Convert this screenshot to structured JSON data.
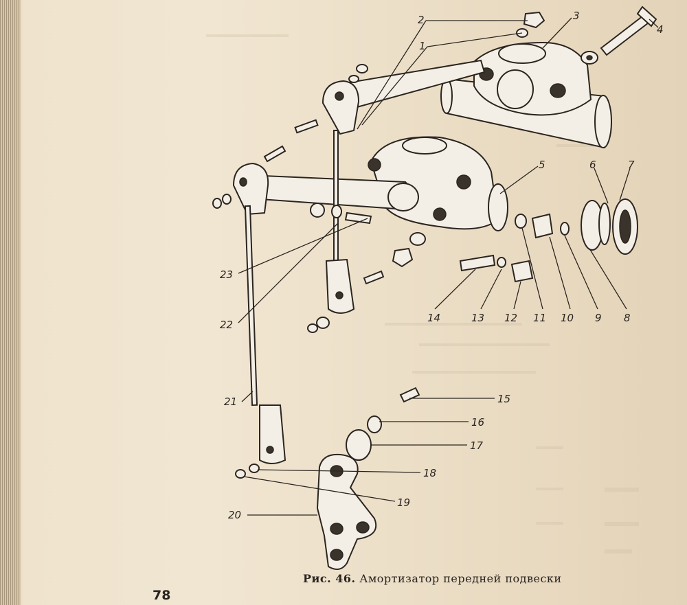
{
  "figure": {
    "caption_prefix": "Рис. 46.",
    "caption_text": "Амортизатор передней подвески",
    "page_number": "78",
    "labels": [
      "1",
      "2",
      "3",
      "4",
      "5",
      "6",
      "7",
      "8",
      "9",
      "10",
      "11",
      "12",
      "13",
      "14",
      "15",
      "16",
      "17",
      "18",
      "19",
      "20",
      "21",
      "22",
      "23"
    ]
  }
}
